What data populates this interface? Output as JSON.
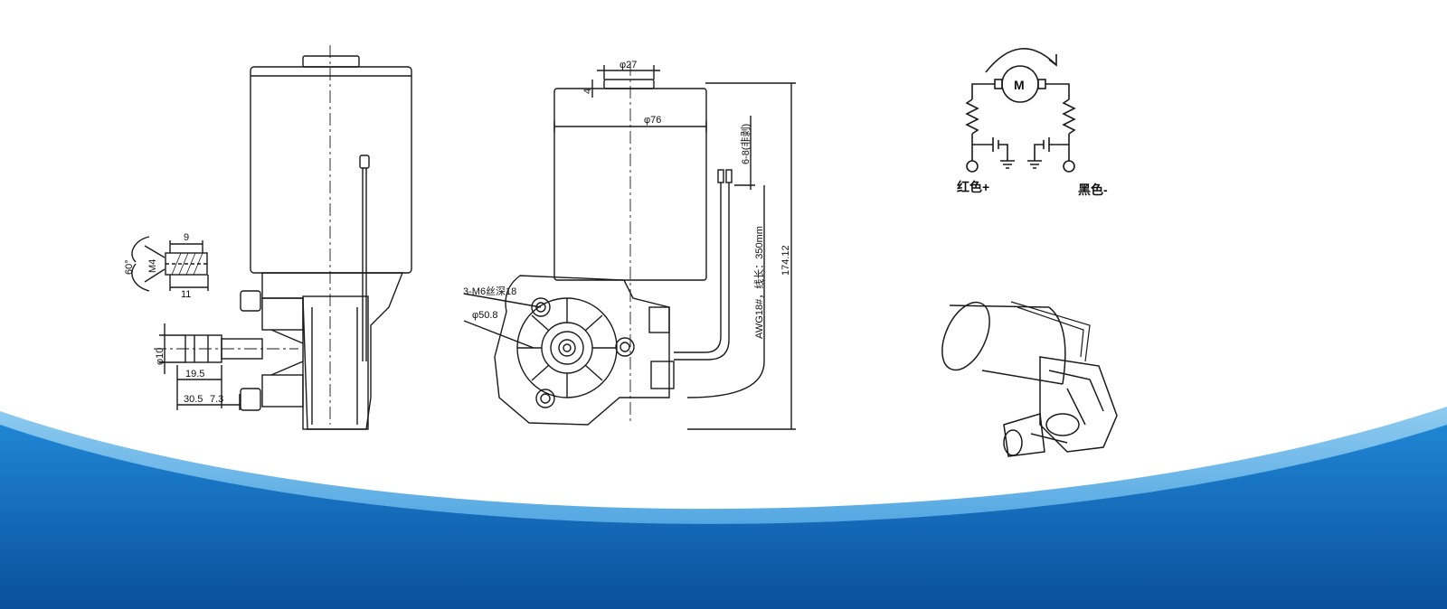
{
  "colors": {
    "line": "#1a1a1a",
    "band_dark": "#0a4f9c",
    "band_mid": "#1f86d4",
    "band_light": "#8fcbf0",
    "background": "#ffffff"
  },
  "side_view": {
    "thread_angle": "60°",
    "thread_size": "M4",
    "thread_width_top": "9",
    "thread_width_bottom": "11",
    "shaft_dia": "φ10",
    "shaft_len_1": "19.5",
    "shaft_len_2": "30.5",
    "shaft_len_3": "7.3"
  },
  "front_view": {
    "top_dia": "φ27",
    "top_height": "4",
    "body_dia": "φ76",
    "holes_note": "3-M6丝深18",
    "pcd_dia": "φ50.8",
    "wire_strip": "6-8(非剥)",
    "wire_spec": "AWG18#，线长：350mm",
    "total_height": "174.12"
  },
  "circuit": {
    "motor_label": "M",
    "red_plus": "红色+",
    "black_minus": "黑色-"
  }
}
